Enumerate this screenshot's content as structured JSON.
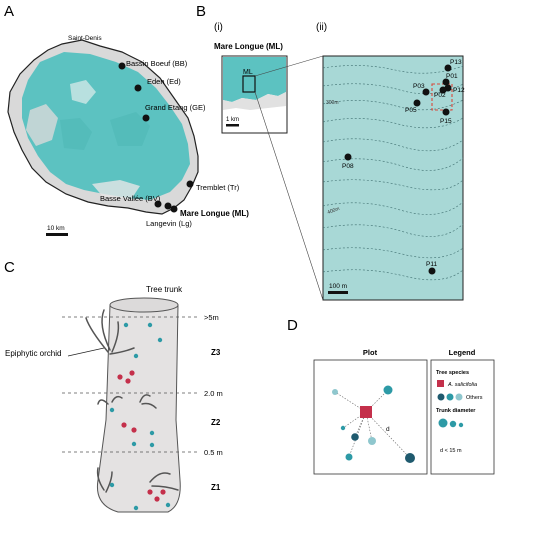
{
  "panels": {
    "A": "A",
    "B": "B",
    "B_i": "(i)",
    "B_ii": "(ii)",
    "C": "C",
    "D": "D"
  },
  "map_A": {
    "capital": "Saint-Denis",
    "sites": [
      {
        "id": "bb",
        "label": "Bassin Boeuf (BB)"
      },
      {
        "id": "ed",
        "label": "Eden (Ed)"
      },
      {
        "id": "ge",
        "label": "Grand Etang (GE)"
      },
      {
        "id": "tr",
        "label": "Tremblet (Tr)"
      },
      {
        "id": "bv",
        "label": "Basse Vallée (BV)"
      },
      {
        "id": "ml",
        "label": "Mare Longue (ML)"
      },
      {
        "id": "lg",
        "label": "Langevin (Lg)"
      }
    ],
    "scale": "10 km"
  },
  "map_Bi": {
    "title": "Mare Longue (ML)",
    "box_label": "ML",
    "scale": "1 km"
  },
  "map_Bii": {
    "contour_labels": [
      "300m",
      "400m"
    ],
    "plots": [
      {
        "id": "p13",
        "label": "P13"
      },
      {
        "id": "p01",
        "label": "P01"
      },
      {
        "id": "p03",
        "label": "P03"
      },
      {
        "id": "p12",
        "label": "P12"
      },
      {
        "id": "p02",
        "label": "P02"
      },
      {
        "id": "p05",
        "label": "P05"
      },
      {
        "id": "p15",
        "label": "P15"
      },
      {
        "id": "p08",
        "label": "P08"
      },
      {
        "id": "p11",
        "label": "P11"
      }
    ],
    "scale": "100 m"
  },
  "tree_C": {
    "trunk_label": "Tree trunk",
    "orchid_label": "Epiphytic orchid",
    "heights": [
      ">5m",
      "2.0 m",
      "0.5 m"
    ],
    "zones": [
      "Z3",
      "Z2",
      "Z1"
    ]
  },
  "plot_D": {
    "plot_title": "Plot",
    "legend_title": "Legend",
    "distance_label": "d",
    "tree_species_heading": "Tree species",
    "focal_species": "A. salicifolia",
    "others_label": "Others",
    "trunk_diameter_heading": "Trunk diameter",
    "distance_rule": "d < 15 m"
  },
  "colors": {
    "map_fill": "#9fd3d1",
    "map_teal": "#5cc2c1",
    "focal_red": "#c4304b",
    "dot_dark": "#1f5a6e",
    "dot_mid": "#2d9aa6",
    "dot_light": "#8fc7ce",
    "trunk": "#e4e2e2",
    "plot_red_box": "#d9483b"
  }
}
